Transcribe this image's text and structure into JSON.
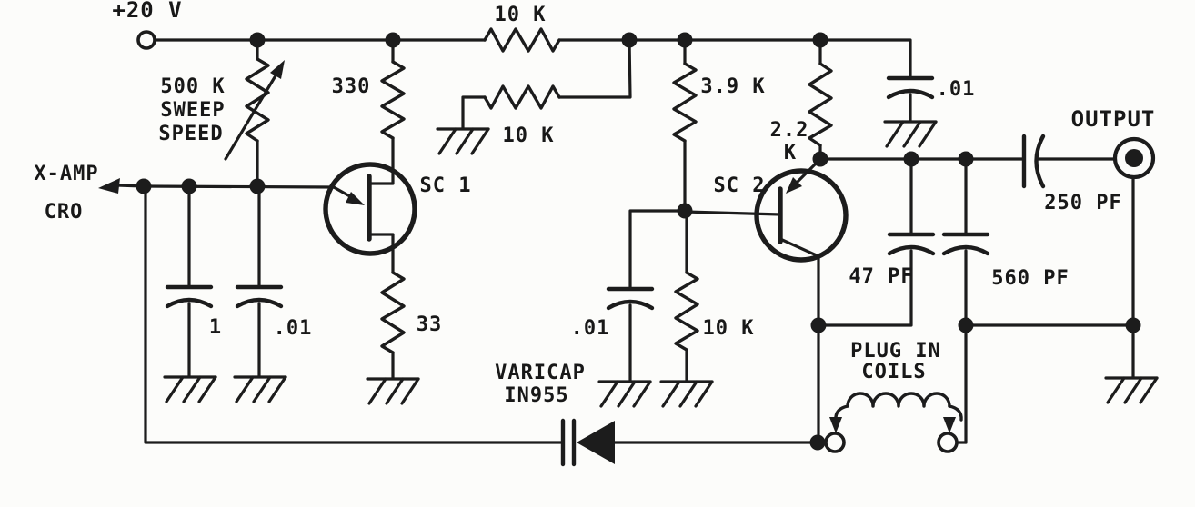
{
  "diagram": {
    "kind": "electronic-schematic",
    "description": "Hand-drawn sweep oscillator schematic with varicap tuning and plug-in coils",
    "colors": {
      "ink": "#1c1c1c",
      "background": "#fcfcfa"
    }
  },
  "labels": {
    "supply": "+20 V",
    "xamp_line1": "X-AMP",
    "xamp_line2": "CRO",
    "pot_value": "500 K",
    "pot_name1": "SWEEP",
    "pot_name2": "SPEED",
    "r330": "330",
    "r10k_top": "10 K",
    "r10k_mid": "10 K",
    "sc1": "SC 1",
    "r39k": "3.9 K",
    "r22k_line1": "2.2",
    "r22k_line2": "K",
    "sc2": "SC 2",
    "c01_topright": ".01",
    "output": "OUTPUT",
    "c250": "250 PF",
    "c47": "47 PF",
    "c560": "560 PF",
    "plug_line1": "PLUG IN",
    "plug_line2": "COILS",
    "varicap_line1": "VARICAP",
    "varicap_line2": "IN955",
    "c01_mid": ".01",
    "r10k_bot": "10 K",
    "c1": "1",
    "c01_left": ".01",
    "r33": "33"
  },
  "components": [
    {
      "ref": "supply-terminal",
      "type": "terminal",
      "label": "+20 V"
    },
    {
      "ref": "sweep-pot",
      "type": "potentiometer",
      "value": "500 K",
      "function": "SWEEP SPEED"
    },
    {
      "ref": "r330",
      "type": "resistor",
      "value": "330"
    },
    {
      "ref": "r10k-top",
      "type": "resistor",
      "value": "10 K"
    },
    {
      "ref": "r10k-mid",
      "type": "resistor",
      "value": "10 K"
    },
    {
      "ref": "sc1",
      "type": "transistor",
      "label": "SC 1"
    },
    {
      "ref": "r39k",
      "type": "resistor",
      "value": "3.9 K"
    },
    {
      "ref": "r22k",
      "type": "resistor",
      "value": "2.2 K"
    },
    {
      "ref": "sc2",
      "type": "transistor",
      "label": "SC 2"
    },
    {
      "ref": "r33",
      "type": "resistor",
      "value": "33"
    },
    {
      "ref": "r10k-bot",
      "type": "resistor",
      "value": "10 K"
    },
    {
      "ref": "c1",
      "type": "capacitor",
      "value": "1"
    },
    {
      "ref": "c01-left",
      "type": "capacitor",
      "value": ".01"
    },
    {
      "ref": "c01-mid",
      "type": "capacitor",
      "value": ".01"
    },
    {
      "ref": "c01-topright",
      "type": "capacitor",
      "value": ".01"
    },
    {
      "ref": "c47",
      "type": "capacitor",
      "value": "47 PF"
    },
    {
      "ref": "c560",
      "type": "capacitor",
      "value": "560 PF"
    },
    {
      "ref": "c250",
      "type": "capacitor",
      "value": "250 PF"
    },
    {
      "ref": "varicap",
      "type": "varicap-diode",
      "label": "VARICAP IN955"
    },
    {
      "ref": "plug-in-coil",
      "type": "inductor",
      "label": "PLUG IN COILS"
    },
    {
      "ref": "output-terminal",
      "type": "terminal",
      "label": "OUTPUT"
    },
    {
      "ref": "cro-connection",
      "type": "off-page-arrow",
      "label": "X-AMP CRO"
    }
  ]
}
